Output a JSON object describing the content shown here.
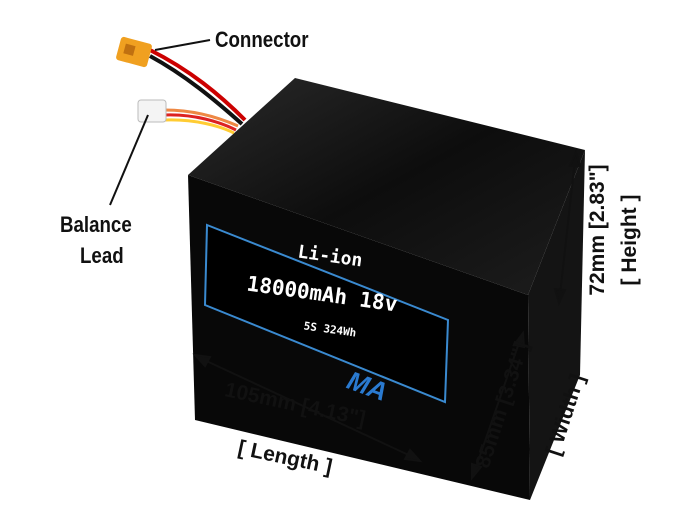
{
  "callouts": {
    "connector": "Connector",
    "balance_line1": "Balance",
    "balance_line2": "Lead"
  },
  "battery_label": {
    "chemistry": "Li-ion",
    "capacity_voltage": "18000mAh 18v",
    "config_energy": "5S 324Wh",
    "logo": "MA"
  },
  "dimensions": {
    "length": "105mm [4.13\"]",
    "length_name": "[ Length ]",
    "height": "72mm [2.83\"]",
    "height_name": "[ Height ]",
    "width": "85mm [3.34\"]",
    "width_name": "[ Width ]"
  },
  "colors": {
    "battery": "#0a0a0a",
    "label_border": "#3a8ad0",
    "connector": "#f0a020"
  }
}
